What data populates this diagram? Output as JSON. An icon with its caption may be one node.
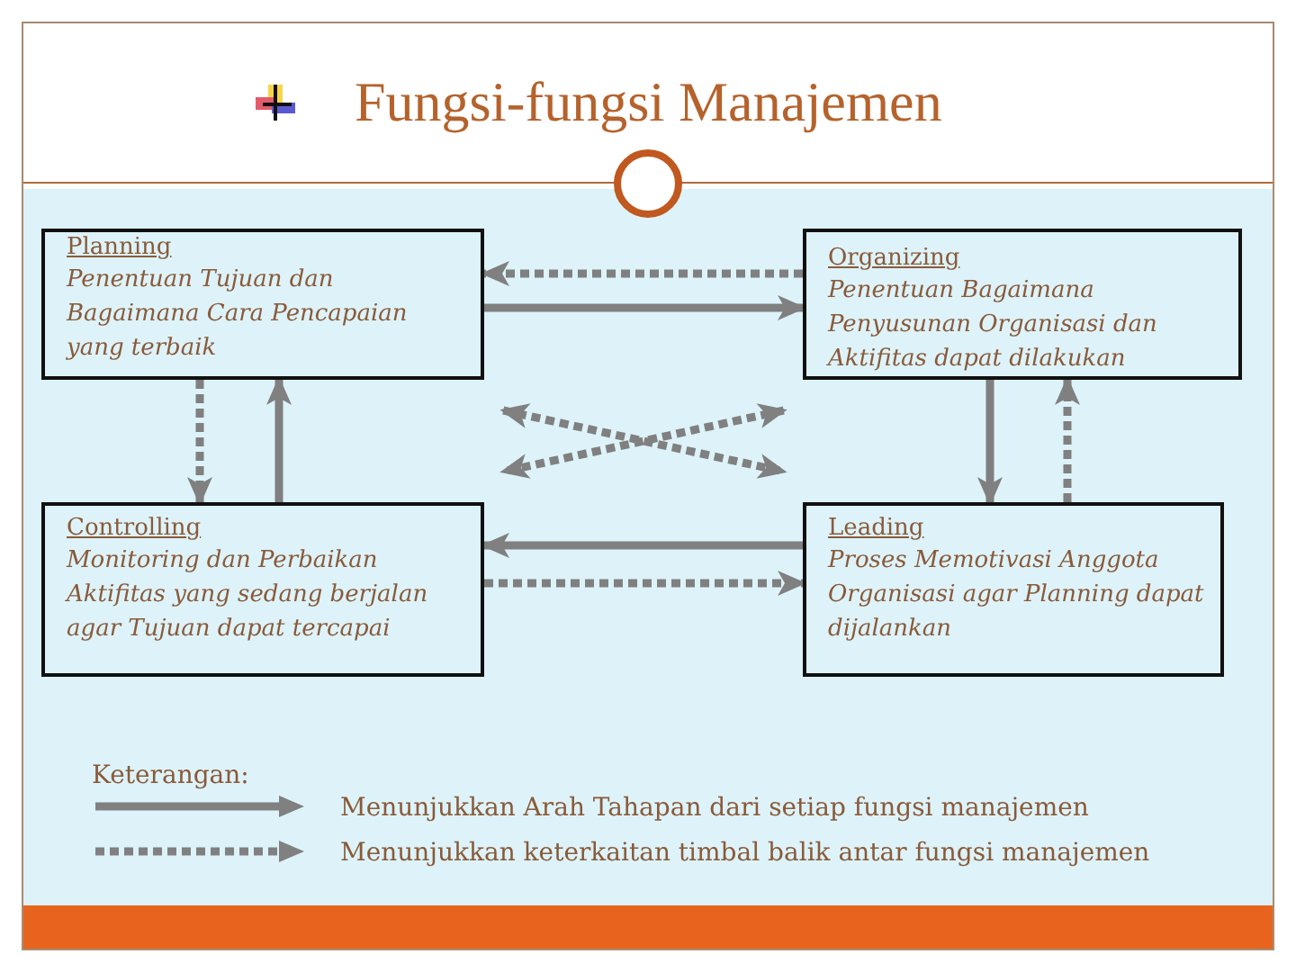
{
  "diagram": {
    "title": "Fungsi-fungsi Manajemen",
    "nodes": [
      {
        "text": [
          "Planning",
          "Penentuan Tujuan dan Bagaimana Cara Pencapaian yang terbaik"
        ]
      },
      {
        "text": [
          "Organizing",
          "Penentuan Bagaimana Penyusunan Organisasi dan Aktifitas dapat dilakukan"
        ]
      },
      {
        "text": [
          "Controlling",
          "Monitoring dan Perbaikan Aktifitas yang sedang berjalan agar Tujuan dapat tercapai"
        ]
      },
      {
        "text": [
          "Leading",
          "Proses Memotivasi Anggota Organisasi agar Planning dapat dijalankan"
        ]
      }
    ],
    "edges": [
      {
        "from": 1,
        "to": 0,
        "arrow": "to",
        "style": "dashed"
      },
      {
        "from": 0,
        "to": 1,
        "arrow": "to"
      },
      {
        "from": 1,
        "to": 3,
        "arrow": "to"
      },
      {
        "from": 3,
        "to": 1,
        "arrow": "to",
        "style": "dashed"
      },
      {
        "from": 3,
        "to": 2,
        "arrow": "to"
      },
      {
        "from": 2,
        "to": 3,
        "arrow": "to",
        "style": "dashed"
      },
      {
        "from": 0,
        "to": 2,
        "arrow": "to",
        "style": "dashed"
      },
      {
        "from": 2,
        "to": 0,
        "arrow": "to"
      },
      {
        "from": 0,
        "to": 3,
        "arrow": "both",
        "style": "dashed"
      },
      {
        "from": 1,
        "to": 2,
        "arrow": "both",
        "style": "dashed"
      }
    ],
    "labels": [
      "Keterangan:"
    ],
    "legend": [
      {
        "text": "Menunjukkan Arah Tahapan dari setiap fungsi manajemen"
      },
      {
        "text": "Menunjukkan keterkaitan timbal balik antar fungsi manajemen"
      }
    ]
  }
}
